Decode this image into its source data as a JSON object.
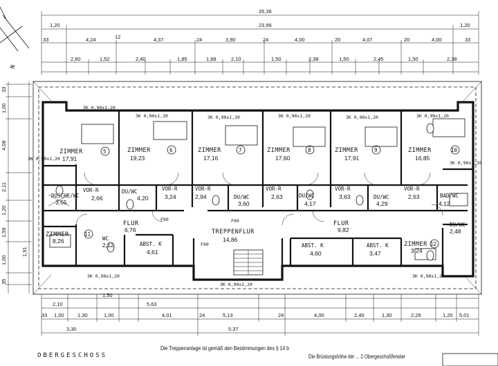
{
  "plan": {
    "title": "OBERGESCHOSS",
    "north": "N",
    "rooms": [
      {
        "id": "z5",
        "name": "ZIMMER",
        "num": "5",
        "area": "17,91"
      },
      {
        "id": "z6",
        "name": "ZIMMER",
        "num": "6",
        "area": "19,23"
      },
      {
        "id": "z7",
        "name": "ZIMMER",
        "num": "7",
        "area": "17,16"
      },
      {
        "id": "z8",
        "name": "ZIMMER",
        "num": "8",
        "area": "17,60"
      },
      {
        "id": "z9",
        "name": "ZIMMER",
        "num": "9",
        "area": "17,91"
      },
      {
        "id": "z10",
        "name": "ZIMMER",
        "num": "10",
        "area": "16,85"
      },
      {
        "id": "z11",
        "name": "ZIMMER",
        "num": "11",
        "area": "8,26"
      },
      {
        "id": "z12",
        "name": "ZIMMER",
        "num": "12",
        "area": "3,24"
      }
    ],
    "small_rooms": [
      {
        "id": "dusche",
        "name": "DUSCHE/WC",
        "area": "3,55"
      },
      {
        "id": "vorr1",
        "name": "VOR-R",
        "area": "2,66"
      },
      {
        "id": "duwc1",
        "name": "DU/WC",
        "area": "4,20"
      },
      {
        "id": "vorr2",
        "name": "VOR-R",
        "area": "3,24"
      },
      {
        "id": "vorr3",
        "name": "VOR-R",
        "area": "2,94"
      },
      {
        "id": "duwc2",
        "name": "DU/WC",
        "area": "3,60"
      },
      {
        "id": "vorr4",
        "name": "VOR-R",
        "area": "2,63"
      },
      {
        "id": "duwc3",
        "name": "DU/WC",
        "area": "4,17"
      },
      {
        "id": "vorr5",
        "name": "VOR-R",
        "area": "3,63"
      },
      {
        "id": "duwc4",
        "name": "DU/WC",
        "area": "4,29"
      },
      {
        "id": "vorr6",
        "name": "VOR-R",
        "area": "2,63"
      },
      {
        "id": "badwc",
        "name": "BAD/WC",
        "area": "4,12"
      },
      {
        "id": "flur1",
        "name": "FLUR",
        "area": "6,76"
      },
      {
        "id": "wc",
        "name": "WC",
        "area": "2,12"
      },
      {
        "id": "abst1",
        "name": "ABST. K",
        "area": "4,61"
      },
      {
        "id": "treppe",
        "name": "TREPPENFLUR",
        "area": "14,86"
      },
      {
        "id": "abst2",
        "name": "ABST. K",
        "area": "4,60"
      },
      {
        "id": "flur2",
        "name": "FLUR",
        "area": "9,82"
      },
      {
        "id": "abst3",
        "name": "ABST. K",
        "area": "3,47"
      },
      {
        "id": "duwc5",
        "name": "DU/WC",
        "area": "2,48"
      }
    ],
    "window_notes": {
      "top": [
        "3K 0,90x1,20",
        "3K 0,90x1,20",
        "3K 0,90x1,20",
        "3K 0,90x1,20",
        "3K 0,90x1,20",
        "3K 0,90x1,20"
      ],
      "left": "3K 0,90x1,20",
      "right": "3K 0,90x1,20",
      "bottom_left": "3K 0,90x1,20",
      "bottom_mid": "3K 0,90x1,20",
      "bottom_right": "3K 0,90x1,20",
      "f_labels": [
        "F90",
        "F90",
        "F90"
      ]
    },
    "top_dims": {
      "overall": "26,36",
      "inner": "23,96",
      "end_left": "1,20",
      "end_right": "1,20",
      "row2": [
        "33",
        "4,24",
        "12",
        "4,37",
        "24",
        "3,90",
        "24",
        "4,00",
        "20",
        "4,07",
        "20",
        "4,00",
        "33"
      ],
      "row3": [
        "2,60",
        "1,52",
        "2,40",
        "1,85",
        "1,68",
        "2,10",
        "1,50",
        "2,38",
        "1,50",
        "2,45",
        "1,50",
        "2,38"
      ]
    },
    "left_dims": [
      "33",
      "1,00",
      "4,08",
      "2,11",
      "1,20",
      "1,59",
      "1,00",
      "35"
    ],
    "left_dim2": "1,91",
    "bottom_dims": {
      "row1": [
        "2,10",
        "1,50"
      ],
      "row2": [
        "5,63"
      ],
      "row3": [
        "33",
        "1,00",
        "1,30",
        "1,00",
        "4,01",
        "24",
        "5,13",
        "24",
        "4,00",
        "2,40",
        "1,30",
        "2,29",
        "1,20",
        "5,01"
      ],
      "row4": [
        "3,30",
        "5,37"
      ]
    },
    "footnote_left": "Die Treppenanlage ist gemäß den Bestimmungen des § 14 b",
    "footnote_right": "Die Brüstungshöhe der ... 2 Obergeschoßfenster"
  }
}
